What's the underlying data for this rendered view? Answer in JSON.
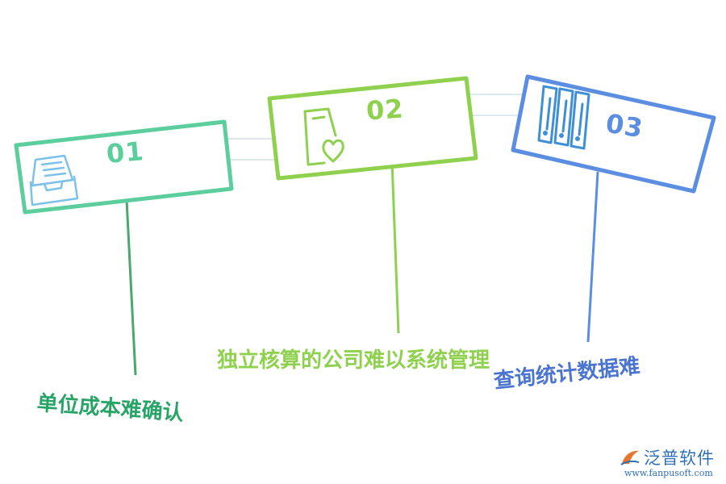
{
  "cards": [
    {
      "number": "01",
      "caption": "单位成本难确认",
      "color": "#5ccd9c",
      "icon": "inbox-tray-icon"
    },
    {
      "number": "02",
      "caption": "独立核算的公司难以系统管理",
      "color": "#8fd14f",
      "icon": "document-heart-icon"
    },
    {
      "number": "03",
      "caption": "查询统计数据难",
      "color": "#5b8ee0",
      "icon": "binders-icon"
    }
  ],
  "logo": {
    "name": "泛普软件",
    "url": "www.fanpusoft.com"
  }
}
